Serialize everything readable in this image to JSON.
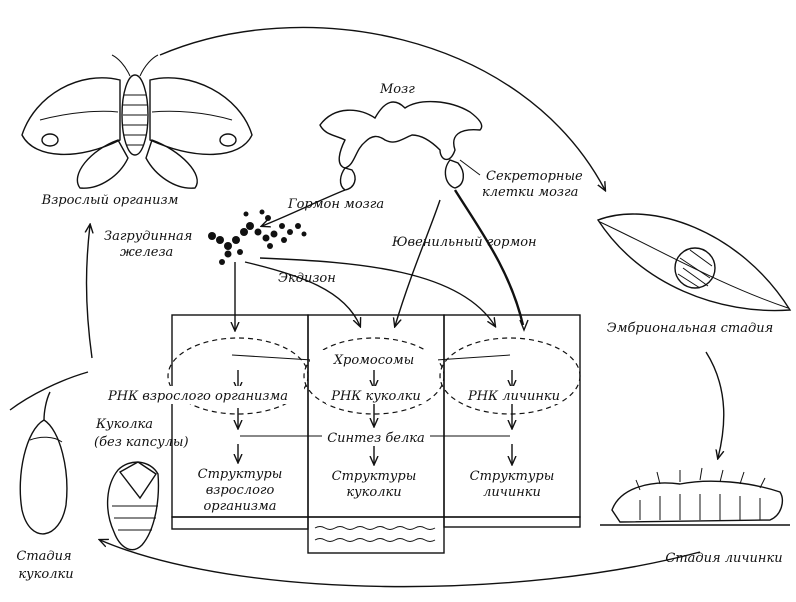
{
  "labels": {
    "brain": "Мозг",
    "secretory_cells_line1": "Секреторные",
    "secretory_cells_line2": "клетки мозга",
    "brain_hormone": "Гормон мозга",
    "thoracic_gland_line1": "Загрудинная",
    "thoracic_gland_line2": "железа",
    "juvenile_hormone": "Ювенильный гормон",
    "ecdysone": "Экдизон",
    "adult_organism": "Взрослый организм",
    "embryonic_stage": "Эмбриональная стадия",
    "larval_stage": "Стадия личинки",
    "pupal_stage_line1": "Стадия",
    "pupal_stage_line2": "куколки",
    "pupa_line1": "Куколка",
    "pupa_line2": "(без капсулы)",
    "chromosomes": "Хромосомы",
    "rna_adult": "РНК взрослого организма",
    "rna_pupa": "РНК куколки",
    "rna_larva": "РНК личинки",
    "protein_synthesis": "Синтез белка",
    "structures_adult_line1": "Структуры",
    "structures_adult_line2": "взрослого",
    "structures_adult_line3": "организма",
    "structures_pupa_line1": "Структуры",
    "structures_pupa_line2": "куколки",
    "structures_larva_line1": "Структуры",
    "structures_larva_line2": "личинки"
  },
  "colors": {
    "ink": "#111111",
    "paper": "#ffffff"
  },
  "icons": [
    "moth-icon",
    "brain-icon",
    "leaf-egg-icon",
    "caterpillar-icon",
    "cocoon-icon",
    "pupa-icon",
    "gland-icon"
  ]
}
